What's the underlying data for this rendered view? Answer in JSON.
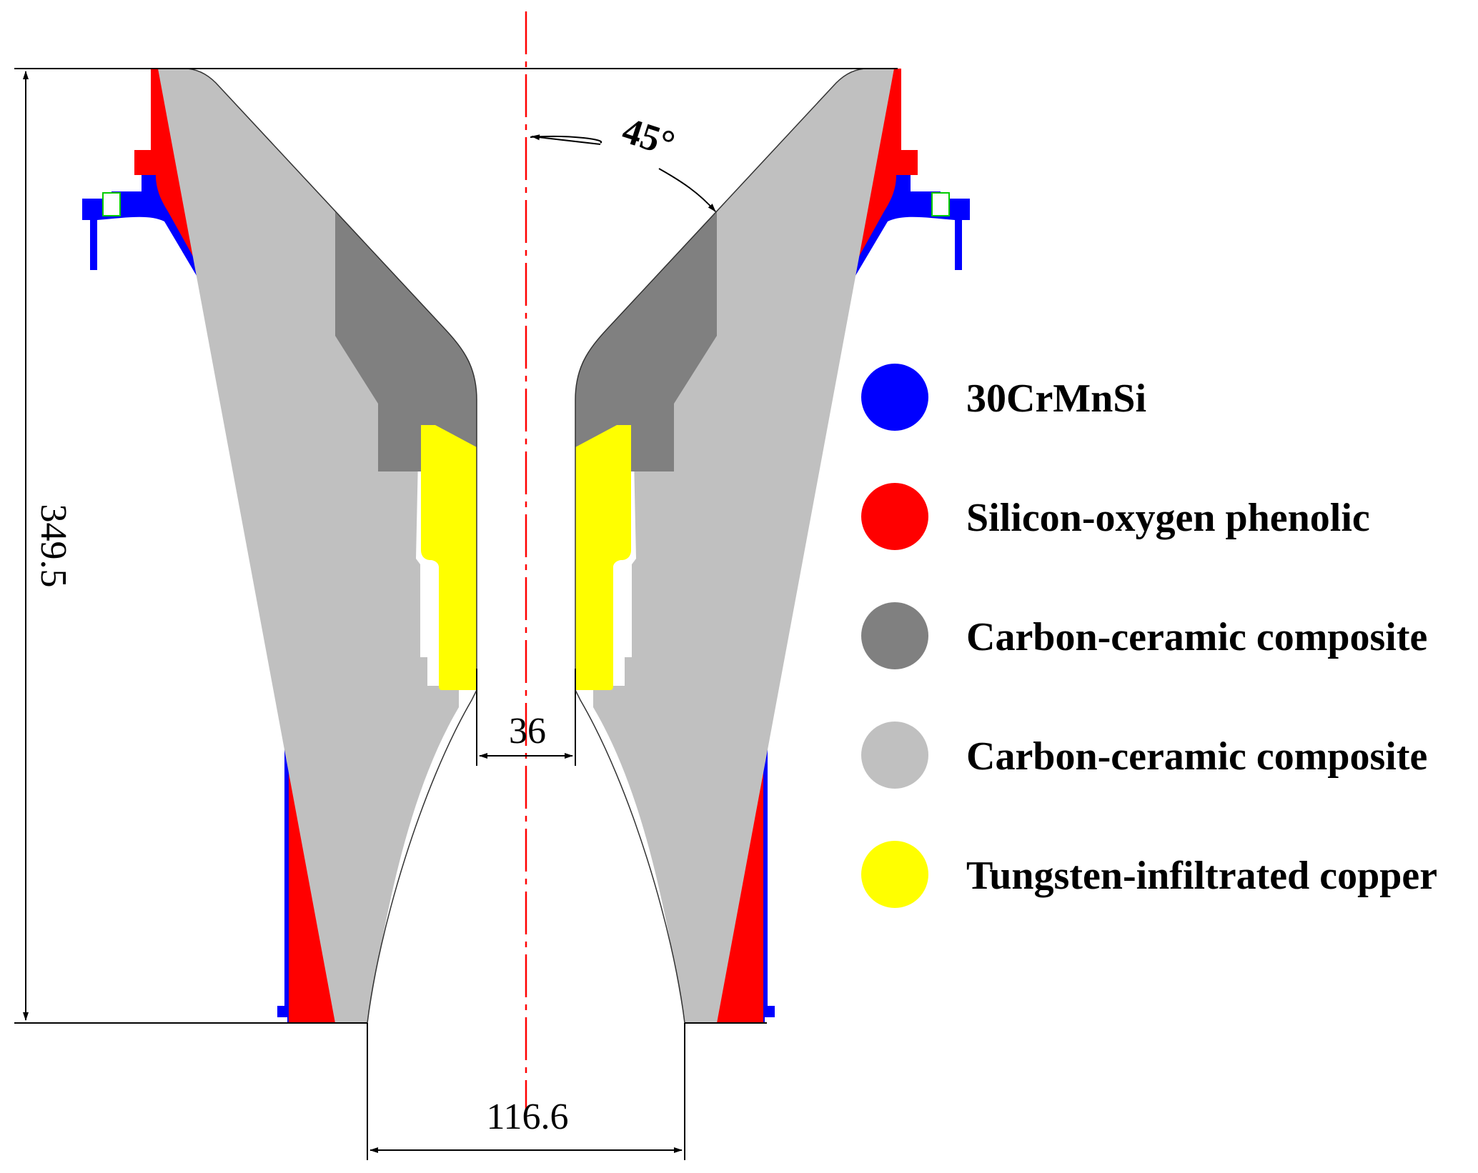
{
  "dimensions": {
    "height": "349.5",
    "throat": "36",
    "exit": "116.6",
    "angle": "45°"
  },
  "legend": [
    {
      "label": "30CrMnSi",
      "color": "#0000ff"
    },
    {
      "label": "Silicon-oxygen phenolic",
      "color": "#ff0000"
    },
    {
      "label": "Carbon-ceramic composite",
      "color": "#808080"
    },
    {
      "label": "Carbon-ceramic composite",
      "color": "#c0c0c0"
    },
    {
      "label": "Tungsten-infiltrated copper",
      "color": "#ffff00"
    }
  ],
  "colors": {
    "steel": "#0000ff",
    "phenolic": "#ff0000",
    "ccc_dark": "#808080",
    "ccc_light": "#c0c0c0",
    "tungsten_copper": "#ffff00",
    "centerline": "#ff0000",
    "bolt": "#00cc00"
  }
}
